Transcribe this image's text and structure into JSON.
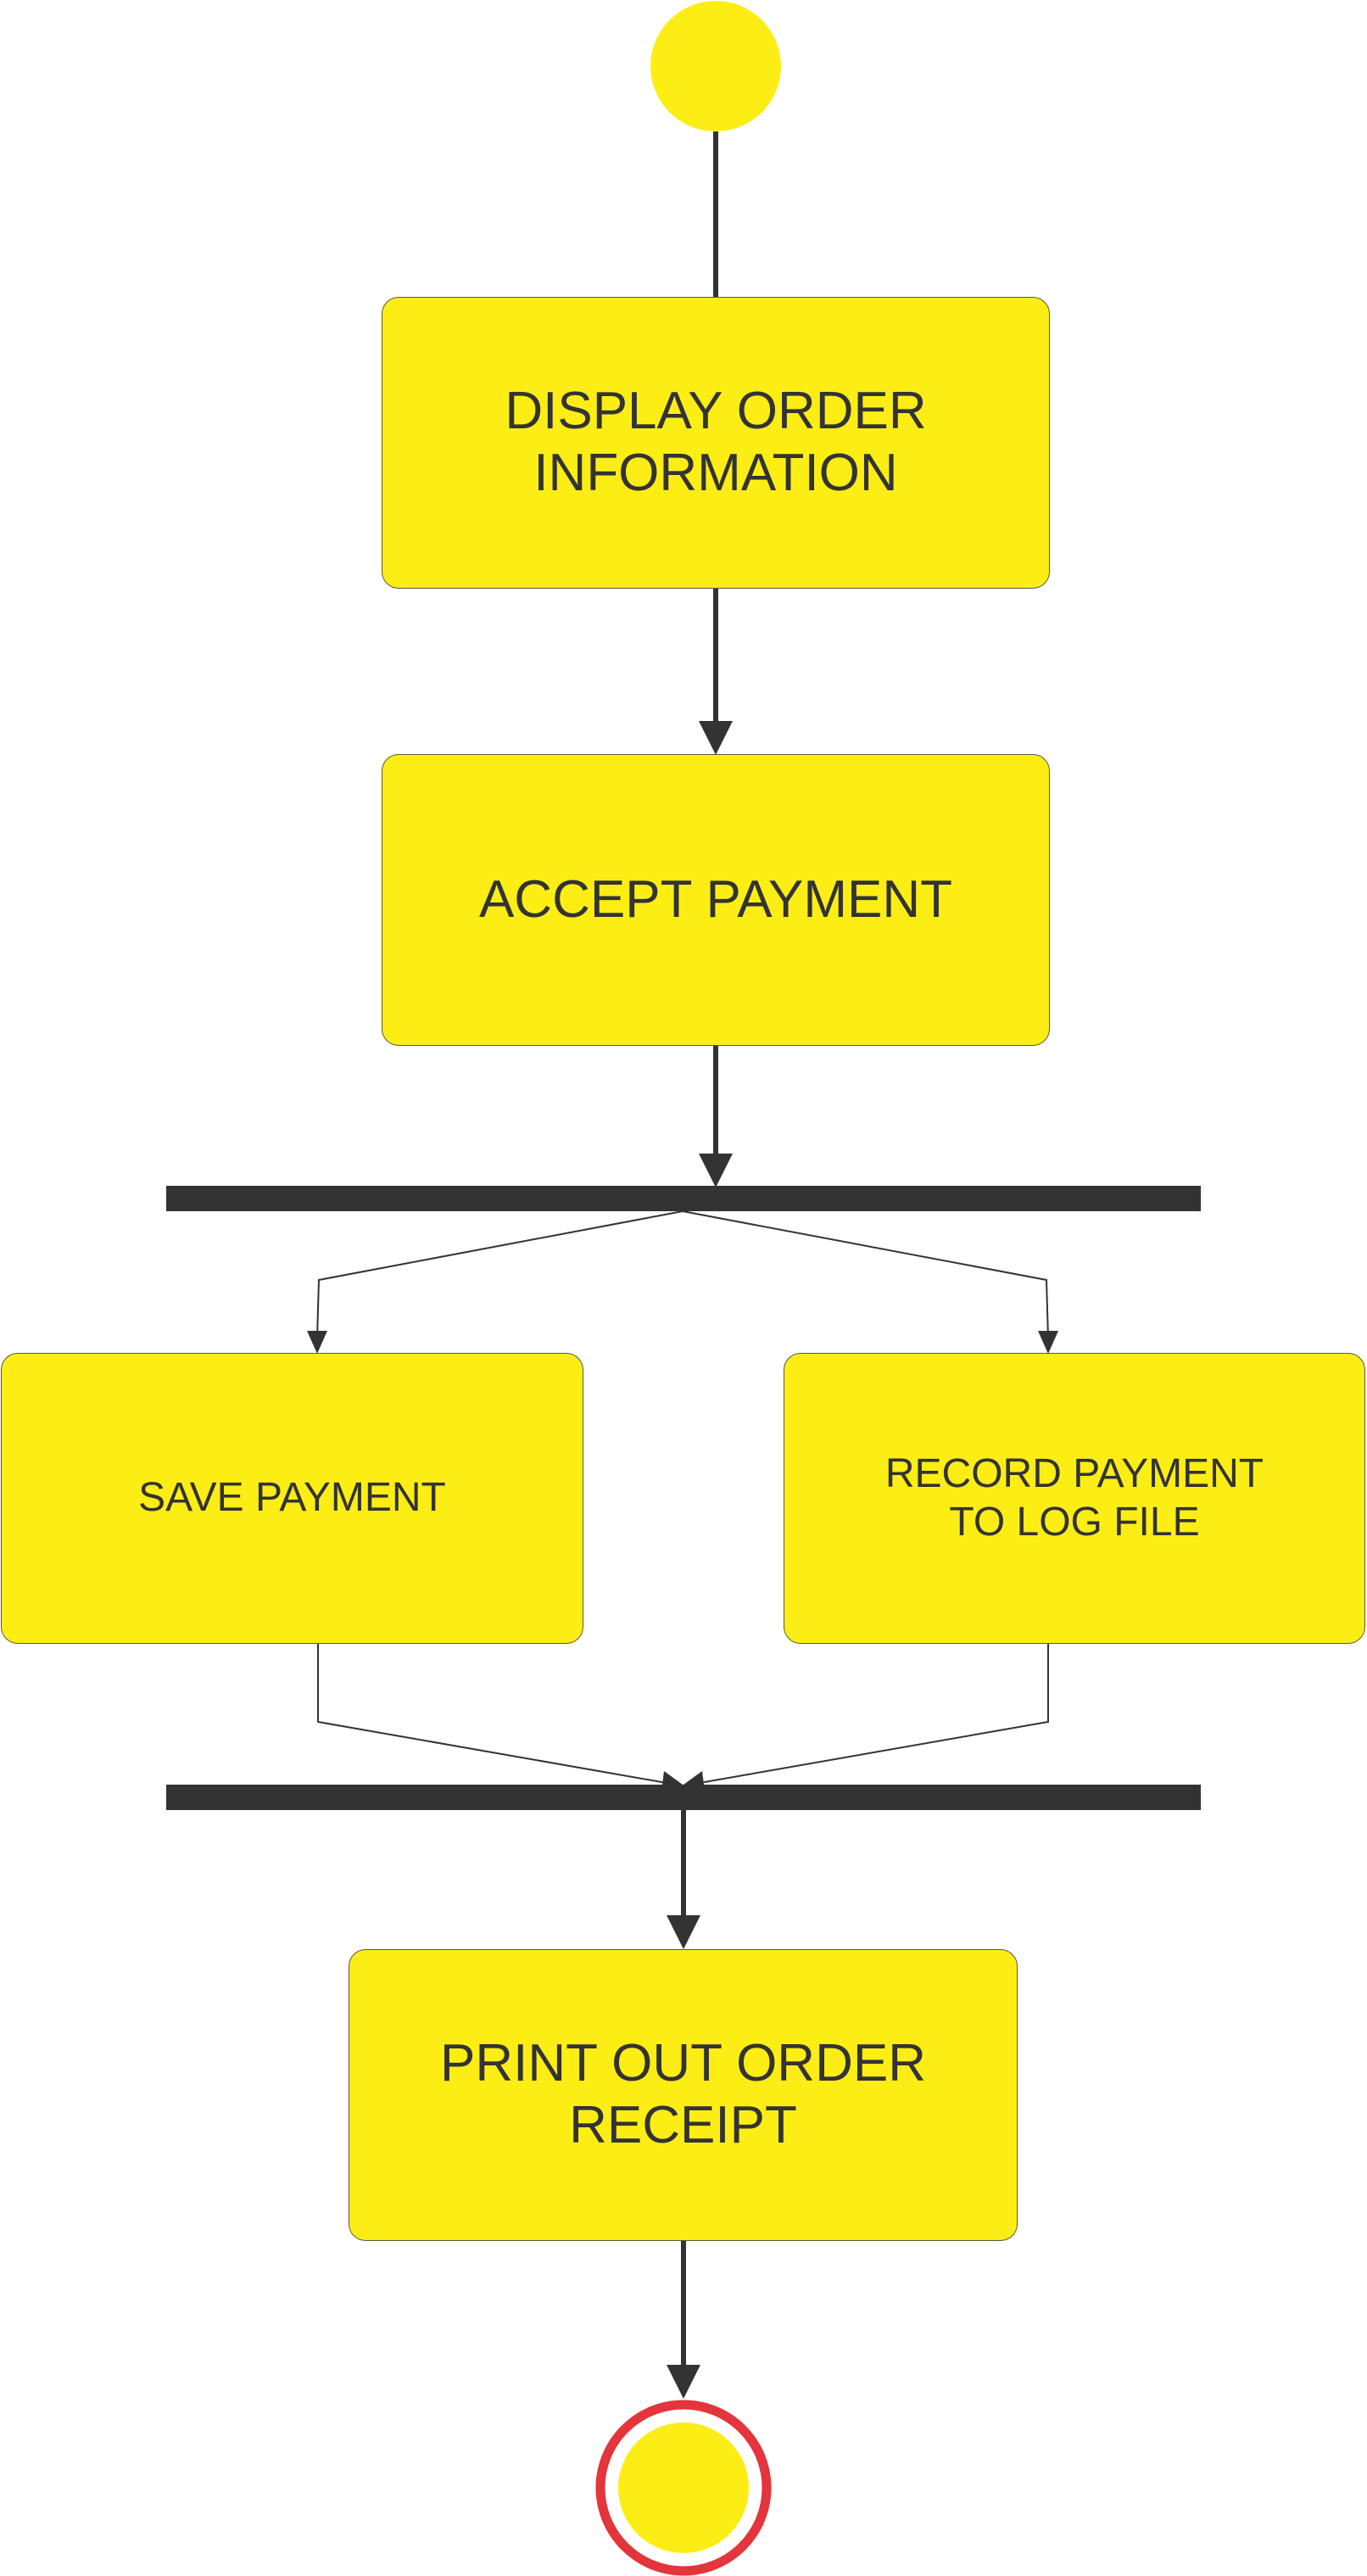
{
  "nodes": {
    "display_order": "DISPLAY ORDER\nINFORMATION",
    "accept_payment": "ACCEPT PAYMENT",
    "save_payment": "SAVE PAYMENT",
    "record_payment": "RECORD PAYMENT\nTO LOG FILE",
    "print_receipt": "PRINT OUT ORDER\nRECEIPT"
  },
  "colors": {
    "fill": "#fcee14",
    "line": "#333333",
    "final_ring": "#e4343c"
  }
}
